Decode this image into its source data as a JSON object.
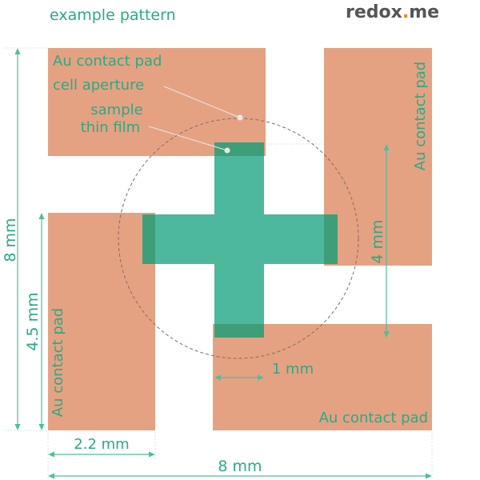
{
  "header": {
    "caption": "example pattern",
    "brand_left": "redox",
    "brand_dot": ".",
    "brand_right": "me"
  },
  "labels": {
    "pad_top_left": "Au contact pad",
    "cell_aperture": "cell aperture",
    "sample_line1": "sample",
    "sample_line2": "thin film",
    "pad_right": "Au contact pad",
    "pad_left": "Au contact pad",
    "pad_bottom_right": "Au contact pad"
  },
  "dimensions": {
    "height_total": "8 mm",
    "height_pad": "4.5 mm",
    "cross_arm": "4 mm",
    "line_width": "1 mm",
    "pad_width": "2.2 mm",
    "width_total": "8 mm"
  },
  "colors": {
    "pad": "#e4a283",
    "film": "#4db89c",
    "overlap": "#3f9e7a",
    "label": "#2ba985",
    "dim_line": "#4dbf9b",
    "guide": "#bfe6d8",
    "aperture": "#8a6a60",
    "brand_text": "#555555",
    "brand_accent": "#f08a1c"
  }
}
